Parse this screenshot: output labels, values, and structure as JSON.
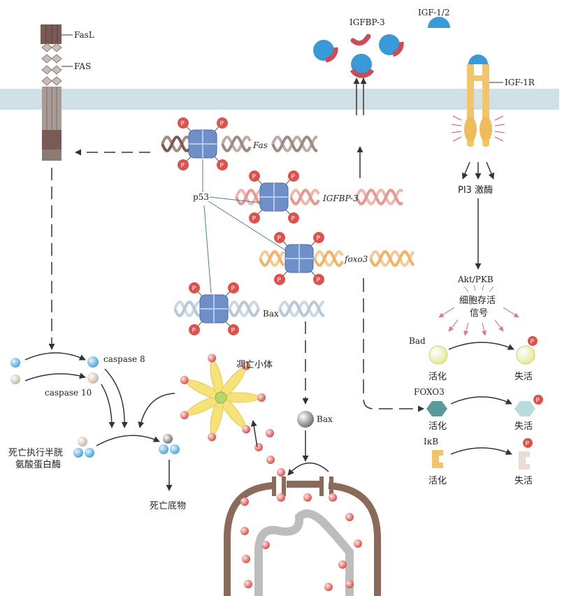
{
  "labels": {
    "fasl": "FasL",
    "fas_receptor": "FAS",
    "igfbp3_protein": "IGFBP-3",
    "igf12": "IGF-1/2",
    "igf1r": "IGF-1R",
    "fas_gene": "Fas",
    "p53": "p53",
    "igfbp3_gene": "IGFBP-3",
    "foxo3_gene": "foxo3",
    "bax_gene": "Bax",
    "bax_protein": "Bax",
    "pi3k": "PI3 激酶",
    "akt": "Akt/PKB",
    "survival_line1": "细胞存活",
    "survival_line2": "信号",
    "bad": "Bad",
    "foxo3_protein": "FOXO3",
    "ikb": "IκB",
    "active": "活化",
    "inactive": "失活",
    "caspase8": "caspase 8",
    "caspase10": "caspase 10",
    "apoptosome": "凋亡小体",
    "executioner_line1": "死亡执行半胱",
    "executioner_line2": "氨酸蛋白酶",
    "death_substrate": "死亡底物",
    "phospho": "P"
  },
  "colors": {
    "membrane": "#cfe0e6",
    "p53_blue": "#6f8fc9",
    "phospho_red": "#d9534f",
    "igf_blue": "#3a9ad9",
    "igfbp_red": "#c94c5a",
    "receptor_orange": "#f2c46b",
    "fas_brown": "#7a5a55",
    "dna_brown": "#9e8a84",
    "dna_pink": "#e49a92",
    "dna_orange": "#eeb56a",
    "dna_blue": "#b8c8d6",
    "petal_yellow": "#f7e27a",
    "mito_brown": "#8a6a5a",
    "arrow_pink": "#d9789c"
  }
}
